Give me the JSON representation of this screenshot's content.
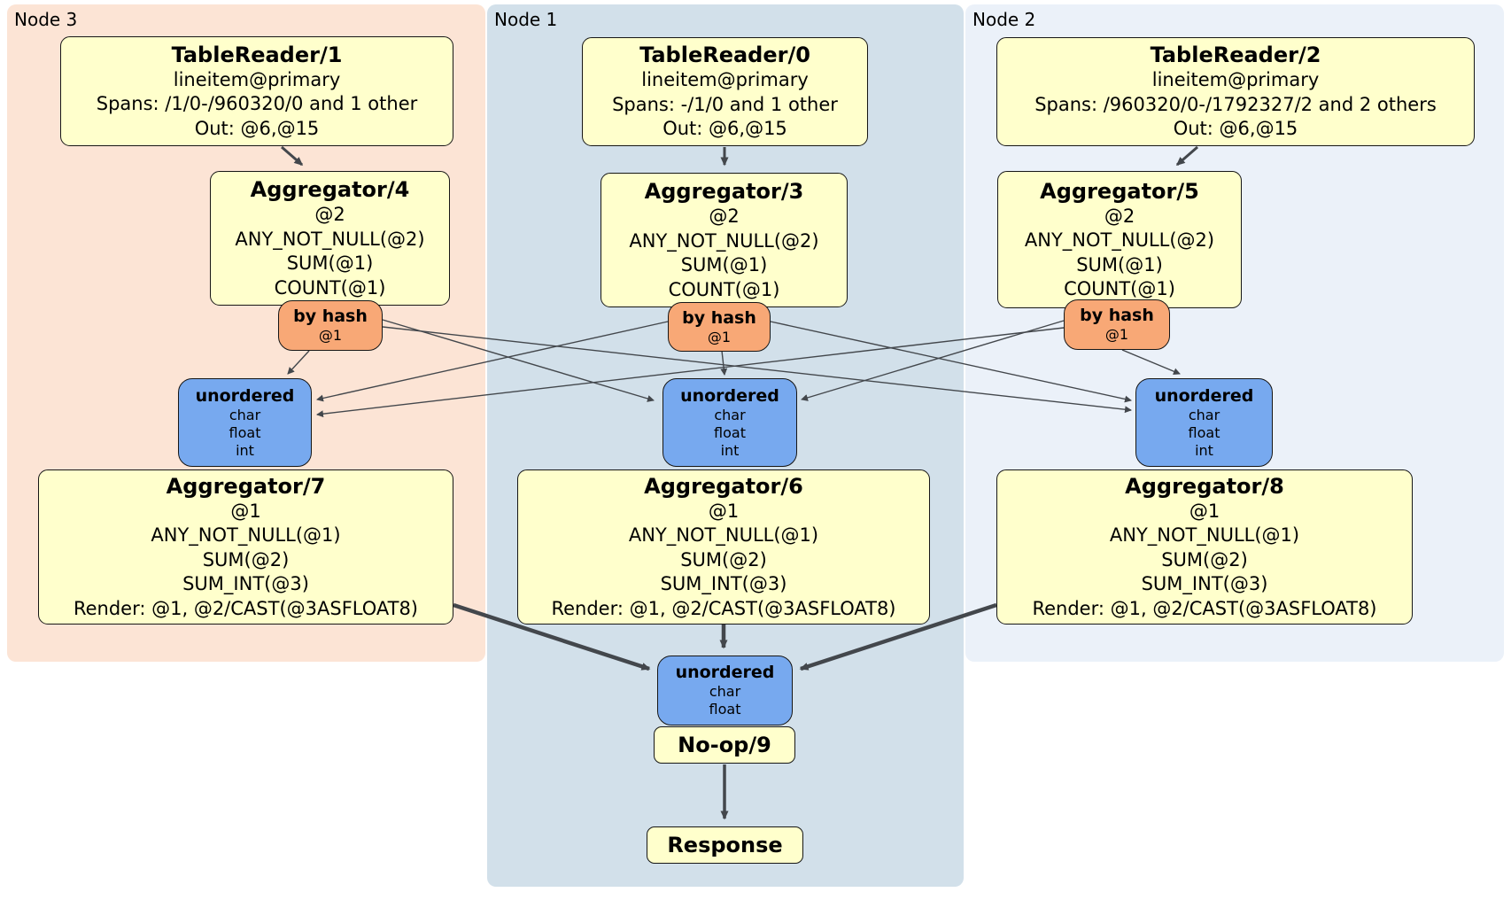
{
  "regions": {
    "node3": {
      "label": "Node 3",
      "bg": "#fce4d5"
    },
    "node1": {
      "label": "Node 1",
      "bg": "#d2e0ea"
    },
    "node2": {
      "label": "Node 2",
      "bg": "#ebf1f9"
    }
  },
  "colors": {
    "processor_fill": "#ffffcc",
    "router_fill": "#f8a876",
    "sync_fill": "#77a9ef",
    "edge": "#43474c"
  },
  "boxes": {
    "tr1": {
      "title": "TableReader/1",
      "lines": [
        "lineitem@primary",
        "Spans: /1/0-/960320/0 and 1 other",
        "Out: @6,@15"
      ]
    },
    "tr0": {
      "title": "TableReader/0",
      "lines": [
        "lineitem@primary",
        "Spans: -/1/0 and 1 other",
        "Out: @6,@15"
      ]
    },
    "tr2": {
      "title": "TableReader/2",
      "lines": [
        "lineitem@primary",
        "Spans: /960320/0-/1792327/2 and 2 others",
        "Out: @6,@15"
      ]
    },
    "agg4": {
      "title": "Aggregator/4",
      "lines": [
        "@2",
        "ANY_NOT_NULL(@2)",
        "SUM(@1)",
        "COUNT(@1)"
      ]
    },
    "agg3": {
      "title": "Aggregator/3",
      "lines": [
        "@2",
        "ANY_NOT_NULL(@2)",
        "SUM(@1)",
        "COUNT(@1)"
      ]
    },
    "agg5": {
      "title": "Aggregator/5",
      "lines": [
        "@2",
        "ANY_NOT_NULL(@2)",
        "SUM(@1)",
        "COUNT(@1)"
      ]
    },
    "hash3": {
      "title": "by hash",
      "lines": [
        "@1"
      ]
    },
    "hash1": {
      "title": "by hash",
      "lines": [
        "@1"
      ]
    },
    "hash2": {
      "title": "by hash",
      "lines": [
        "@1"
      ]
    },
    "un3": {
      "title": "unordered",
      "lines": [
        "char",
        "float",
        "int"
      ]
    },
    "un1": {
      "title": "unordered",
      "lines": [
        "char",
        "float",
        "int"
      ]
    },
    "un2": {
      "title": "unordered",
      "lines": [
        "char",
        "float",
        "int"
      ]
    },
    "agg7": {
      "title": "Aggregator/7",
      "lines": [
        "@1",
        "ANY_NOT_NULL(@1)",
        "SUM(@2)",
        "SUM_INT(@3)",
        "Render: @1, @2/CAST(@3ASFLOAT8)"
      ]
    },
    "agg6": {
      "title": "Aggregator/6",
      "lines": [
        "@1",
        "ANY_NOT_NULL(@1)",
        "SUM(@2)",
        "SUM_INT(@3)",
        "Render: @1, @2/CAST(@3ASFLOAT8)"
      ]
    },
    "agg8": {
      "title": "Aggregator/8",
      "lines": [
        "@1",
        "ANY_NOT_NULL(@1)",
        "SUM(@2)",
        "SUM_INT(@3)",
        "Render: @1, @2/CAST(@3ASFLOAT8)"
      ]
    },
    "unbottom": {
      "title": "unordered",
      "lines": [
        "char",
        "float"
      ]
    },
    "noop": {
      "title": "No-op/9"
    },
    "response": {
      "title": "Response"
    }
  }
}
